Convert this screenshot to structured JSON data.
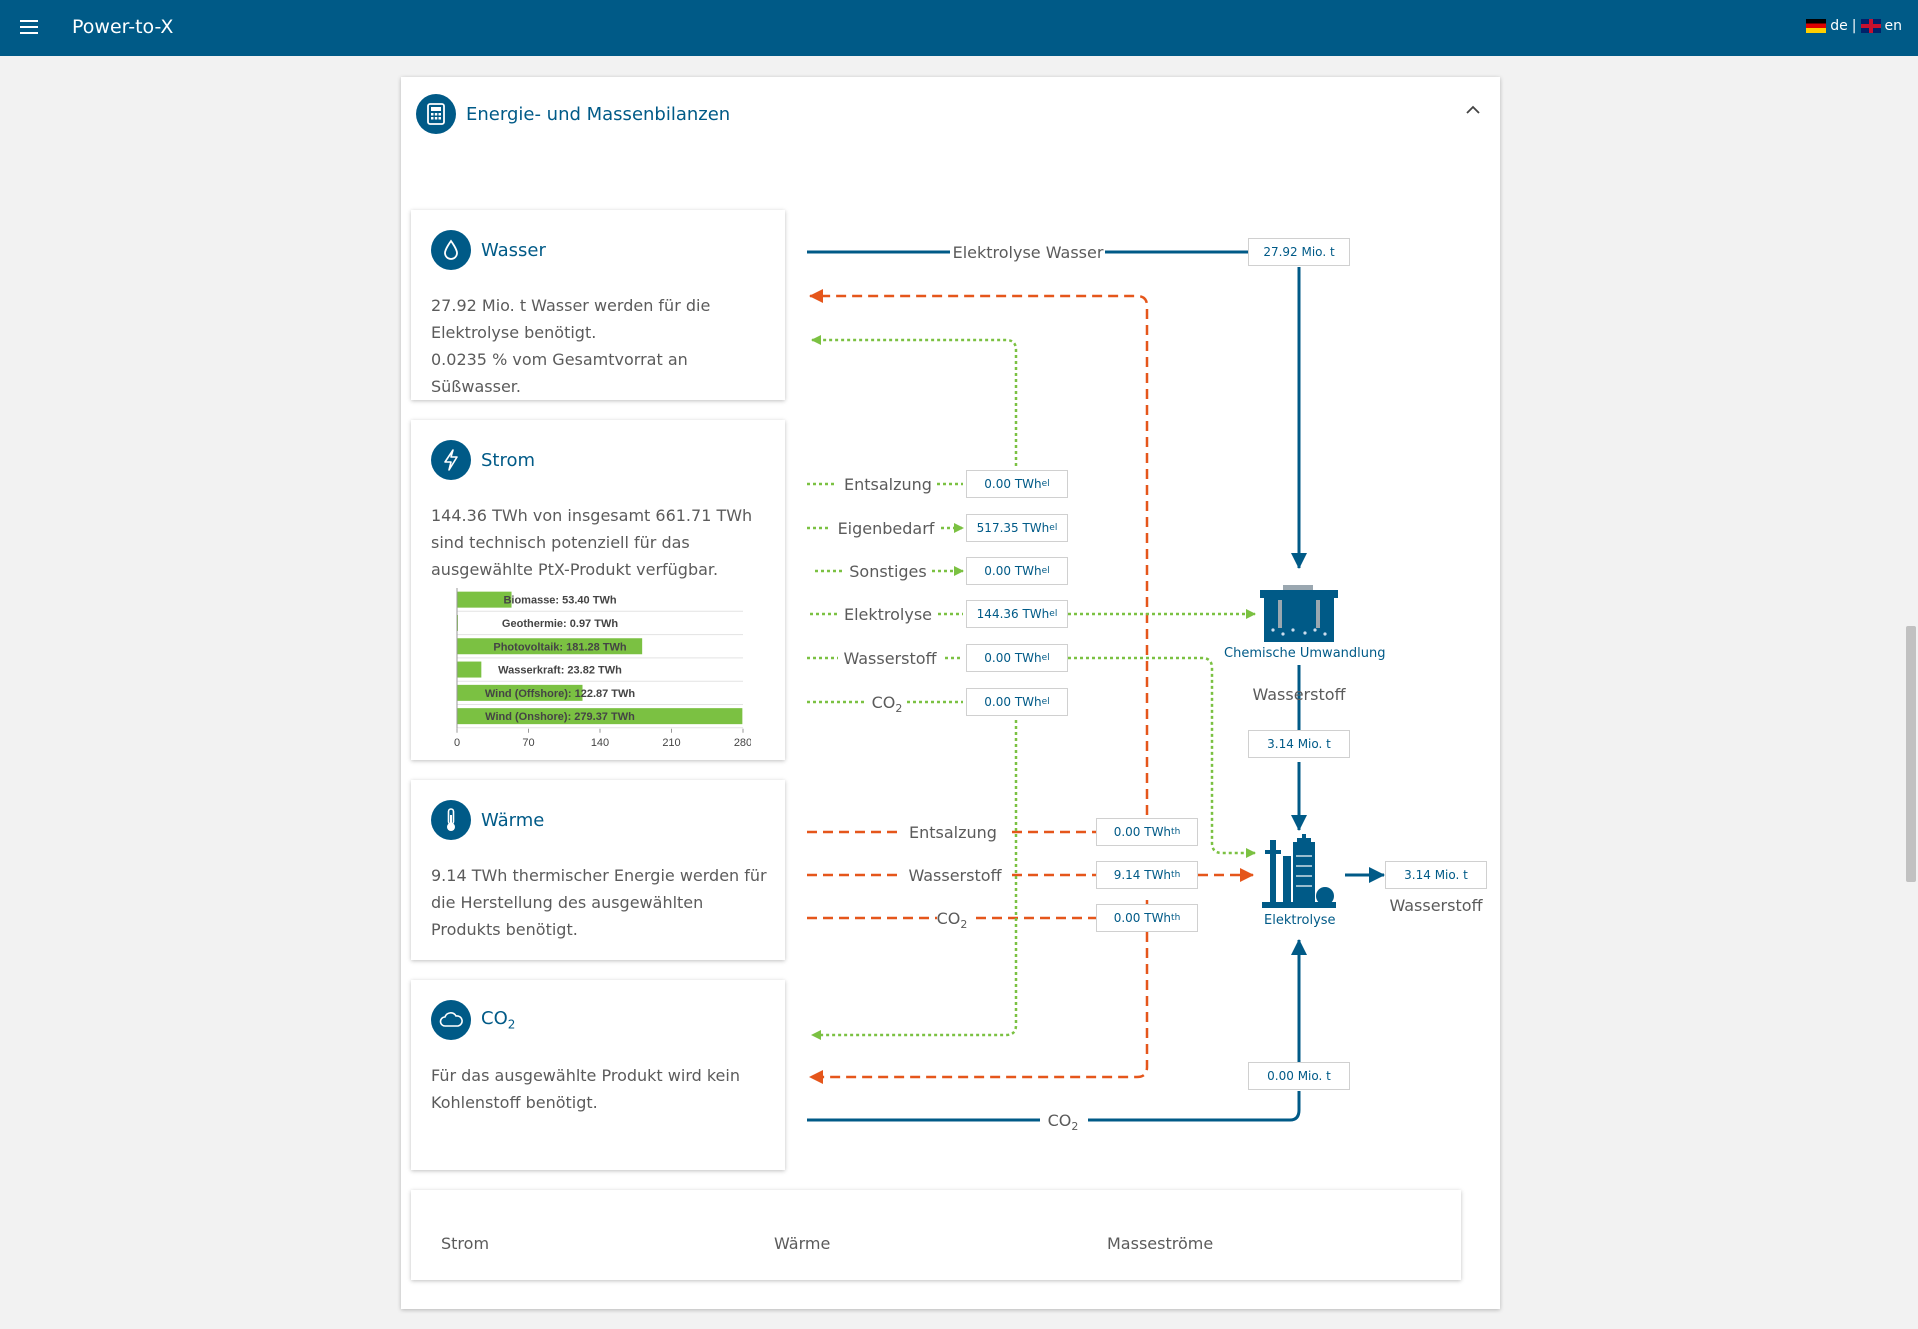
{
  "app": {
    "title": "Power-to-X",
    "lang_de": "de",
    "lang_en": "en",
    "lang_sep": "|"
  },
  "panel": {
    "title": "Energie- und Massenbilanzen"
  },
  "cards": {
    "wasser": {
      "title": "Wasser",
      "line1": "27.92 Mio. t Wasser werden für die Elektrolyse benötigt.",
      "line2": "0.0235 % vom Gesamtvorrat an Süßwasser."
    },
    "strom": {
      "title": "Strom",
      "text": "144.36 TWh von insgesamt 661.71 TWh sind technisch potenziell für das ausgewählte PtX-Produkt verfügbar."
    },
    "waerme": {
      "title": "Wärme",
      "text": "9.14 TWh thermischer Energie werden für die Herstellung des ausgewählten Produkts benötigt."
    },
    "co2": {
      "title": "CO",
      "sub": "2",
      "text": "Für das ausgewählte Produkt wird kein Kohlenstoff benötigt."
    }
  },
  "chart_data": {
    "type": "bar",
    "orientation": "horizontal",
    "categories": [
      "Biomasse",
      "Geothermie",
      "Photovoltaik",
      "Wasserkraft",
      "Wind (Offshore)",
      "Wind (Onshore)"
    ],
    "values": [
      53.4,
      0.97,
      181.28,
      23.82,
      122.87,
      279.37
    ],
    "labels": [
      "Biomasse: 53.40 TWh",
      "Geothermie: 0.97 TWh",
      "Photovoltaik: 181.28 TWh",
      "Wasserkraft: 23.82 TWh",
      "Wind (Offshore): 122.87 TWh",
      "Wind (Onshore): 279.37 TWh"
    ],
    "xlim": [
      0,
      280
    ],
    "xticks": [
      "0",
      "70",
      "140",
      "210",
      "280"
    ],
    "color": "#7bc142"
  },
  "flows": {
    "elektrolyse_wasser": "Elektrolyse Wasser",
    "strom": [
      {
        "label": "Entsalzung",
        "value": "0.00 TWh",
        "unit_sub": "el"
      },
      {
        "label": "Eigenbedarf",
        "value": "517.35 TWh",
        "unit_sub": "el"
      },
      {
        "label": "Sonstiges",
        "value": "0.00 TWh",
        "unit_sub": "el"
      },
      {
        "label": "Elektrolyse",
        "value": "144.36 TWh",
        "unit_sub": "el"
      },
      {
        "label": "Wasserstoff",
        "value": "0.00 TWh",
        "unit_sub": "el"
      },
      {
        "label": "CO",
        "label_sub": "2",
        "value": "0.00 TWh",
        "unit_sub": "el"
      }
    ],
    "waerme": [
      {
        "label": "Entsalzung",
        "value": "0.00 TWh",
        "unit_sub": "th"
      },
      {
        "label": "Wasserstoff",
        "value": "9.14 TWh",
        "unit_sub": "th"
      },
      {
        "label": "CO",
        "label_sub": "2",
        "value": "0.00 TWh",
        "unit_sub": "th"
      }
    ],
    "mass": {
      "wasser": "27.92 Mio. t",
      "h2_middle": "3.14 Mio. t",
      "h2_out": "3.14 Mio. t",
      "co2": "0.00 Mio. t"
    },
    "wasserstoff_label": "Wasserstoff",
    "wasserstoff_out_label": "Wasserstoff",
    "co2_line_label": "CO",
    "co2_line_sub": "2",
    "chem_label": "Chemische Umwandlung",
    "elektrolyse_label": "Elektrolyse"
  },
  "legend": {
    "strom": "Strom",
    "waerme": "Wärme",
    "mass": "Masseströme"
  },
  "colors": {
    "primary": "#005a87",
    "strom": "#7bc142",
    "waerme": "#e5561b",
    "mass": "#005a87"
  }
}
